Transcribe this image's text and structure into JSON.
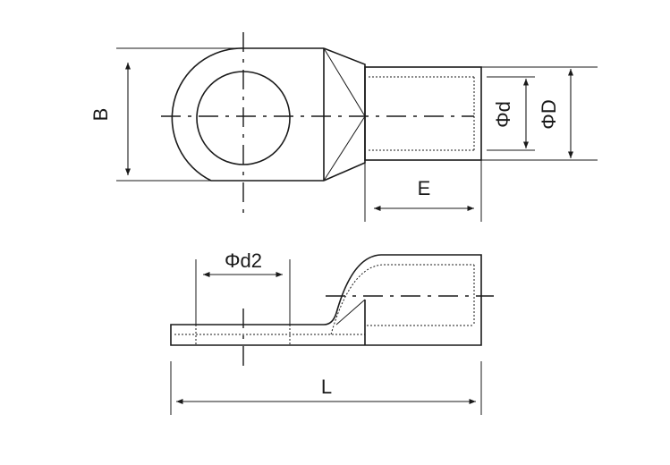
{
  "labels": {
    "B": "B",
    "phi_d": "Φd",
    "phi_D": "ΦD",
    "E": "E",
    "phi_d2": "Φd2",
    "L": "L"
  },
  "colors": {
    "line": "#1a1a1a",
    "background": "#ffffff"
  }
}
